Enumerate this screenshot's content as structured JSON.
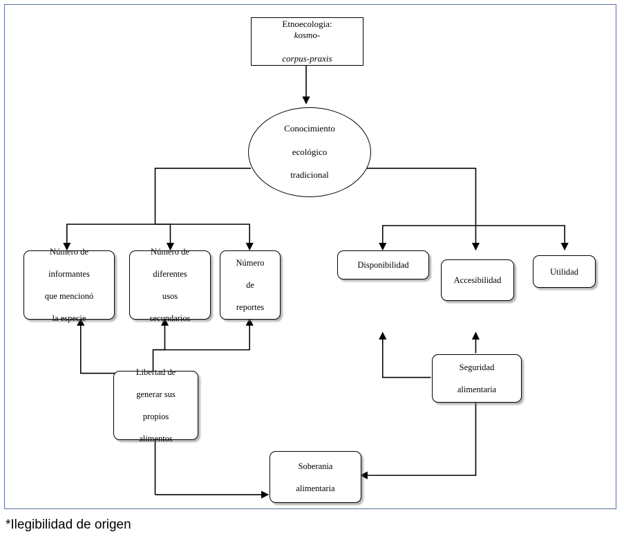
{
  "figure": {
    "caption": "*Ilegibilidad de origen",
    "frame_border_color": "#5a6ea0"
  },
  "nodes": {
    "top_box": {
      "line1": "Etnoecologia: ",
      "line1_italic": "kosmo-",
      "line2_italic": "corpus-praxis"
    },
    "center_ellipse": {
      "line1": "Conocimiento",
      "line2": "ecológico",
      "line3": "tradicional"
    },
    "left": [
      {
        "id": "informantes",
        "lines": [
          "Número de",
          "informantes",
          "que mencionó",
          "la especie"
        ]
      },
      {
        "id": "usos-secundarios",
        "lines": [
          "Número de",
          "diferentes",
          "usos",
          "secundarios"
        ]
      },
      {
        "id": "reportes",
        "lines": [
          "Número",
          "de",
          "reportes"
        ]
      }
    ],
    "right": [
      {
        "id": "disponibilidad",
        "lines": [
          "Disponibilidad"
        ]
      },
      {
        "id": "accesibilidad",
        "lines": [
          "Accesibilidad"
        ]
      },
      {
        "id": "utilidad",
        "lines": [
          "Utilidad"
        ]
      }
    ],
    "libertad": {
      "lines": [
        "Libertad de",
        "generar sus",
        "propios",
        "alimentos"
      ]
    },
    "seguridad": {
      "lines": [
        "Seguridad",
        "alimentaria"
      ]
    },
    "soberania": {
      "lines": [
        "Soberania",
        "alimentaria"
      ]
    }
  },
  "edges": [
    {
      "from": "top_box",
      "to": "center_ellipse"
    },
    {
      "from": "center_ellipse",
      "to": "informantes"
    },
    {
      "from": "center_ellipse",
      "to": "usos-secundarios"
    },
    {
      "from": "center_ellipse",
      "to": "reportes"
    },
    {
      "from": "center_ellipse",
      "to": "disponibilidad"
    },
    {
      "from": "center_ellipse",
      "to": "accesibilidad"
    },
    {
      "from": "center_ellipse",
      "to": "utilidad"
    },
    {
      "from": "libertad",
      "to": "informantes"
    },
    {
      "from": "libertad",
      "to": "usos-secundarios"
    },
    {
      "from": "libertad",
      "to": "reportes"
    },
    {
      "from": "seguridad",
      "to": "disponibilidad"
    },
    {
      "from": "seguridad",
      "to": "accesibilidad"
    },
    {
      "from": "libertad",
      "to": "soberania"
    },
    {
      "from": "seguridad",
      "to": "soberania"
    }
  ]
}
